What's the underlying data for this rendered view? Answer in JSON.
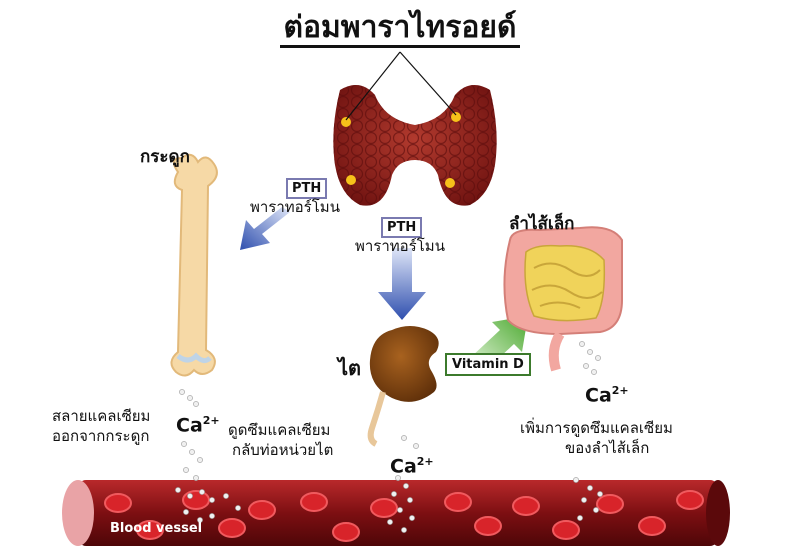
{
  "title": "ต่อมพาราไทรอยด์",
  "labels": {
    "bone": "กระดูก",
    "intestine": "ลำไส้เล็ก",
    "kidney": "ไต",
    "pth_left_badge": "PTH",
    "pth_left_text": "พาราทอร์โมน",
    "pth_center_badge": "PTH",
    "pth_center_text": "พาราทอร์โมน",
    "vitamin_d": "Vitamin D",
    "bone_release_1": "สลายแคลเซียม",
    "bone_release_2": "ออกจากกระดูก",
    "kidney_reabsorb_1": "ดูดซึมแคลเซียม",
    "kidney_reabsorb_2": "กลับท่อหน่วยไต",
    "intestine_absorb_1": "เพิ่มการดูดซึมแคลเซียม",
    "intestine_absorb_2": "ของลำไส้เล็ก",
    "calcium_base": "Ca",
    "calcium_charge": "2+",
    "blood_vessel": "Blood vessel"
  },
  "colors": {
    "thyroid": "#8c1d1c",
    "gland_spot": "#f7c21a",
    "bone": "#f6d9a6",
    "kidney": "#7a4211",
    "intestine_outer": "#f2a7a0",
    "intestine_inner": "#f0d35a",
    "vessel": "#7d0f12",
    "blood_cell": "#d8242a",
    "arrow_blue": "#3a58b6",
    "arrow_green": "#5bb13c"
  }
}
